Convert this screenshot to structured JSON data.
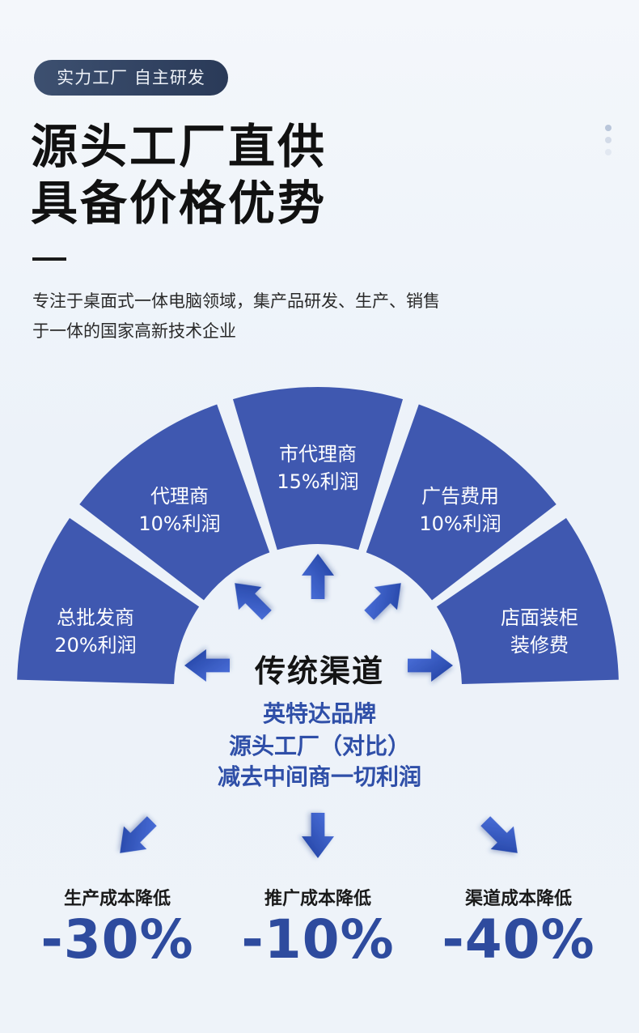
{
  "badge": "实力工厂 自主研发",
  "headline": [
    "源头工厂直供",
    "具备价格优势"
  ],
  "description": [
    "专注于桌面式一体电脑领域，集产品研发、生产、销售",
    "于一体的国家高新技术企业"
  ],
  "fan": {
    "segments": [
      {
        "line1": "总批发商",
        "line2": "20%利润"
      },
      {
        "line1": "代理商",
        "line2": "10%利润"
      },
      {
        "line1": "市代理商",
        "line2": "15%利润"
      },
      {
        "line1": "广告费用",
        "line2": "10%利润"
      },
      {
        "line1": "店面装柜",
        "line2": "装修费"
      }
    ],
    "center_title": "传统渠道",
    "brand_lines": [
      "英特达品牌",
      "源头工厂（对比）",
      "减去中间商一切利润"
    ]
  },
  "stats": [
    {
      "label": "生产成本降低",
      "value": "-30%"
    },
    {
      "label": "推广成本降低",
      "value": "-10%"
    },
    {
      "label": "渠道成本降低",
      "value": "-40%"
    }
  ],
  "colors": {
    "segment": "#3f58b0",
    "accent": "#2e4b9e",
    "badge": "#33455f"
  },
  "icons": [
    "arrow-left-icon",
    "arrow-up-left-icon",
    "arrow-up-icon",
    "arrow-up-right-icon",
    "arrow-right-icon",
    "arrow-down-left-icon",
    "arrow-down-icon",
    "arrow-down-right-icon"
  ]
}
